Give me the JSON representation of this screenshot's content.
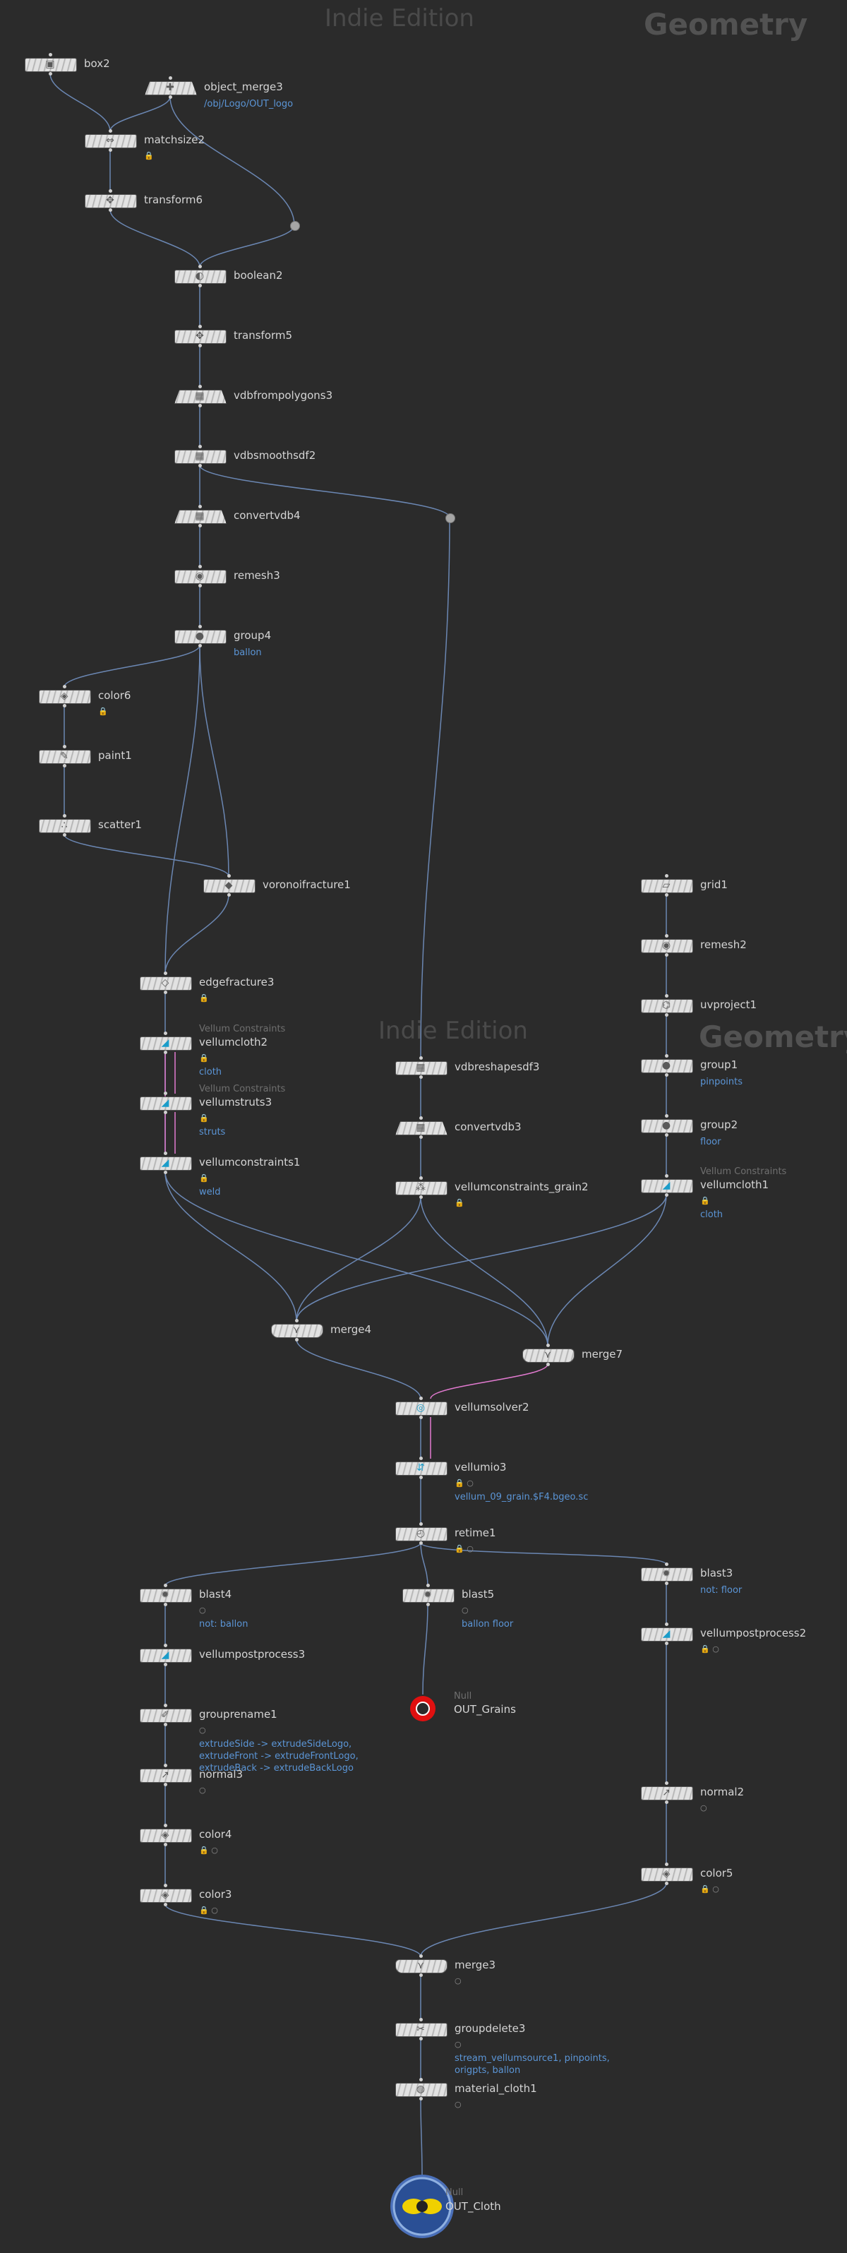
{
  "header": {
    "edition_label": "Indie Edition",
    "context_label": "Geometry"
  },
  "colors": {
    "background": "#2b2b2b",
    "wire": "#6b87b3",
    "wire_pink": "#e27ad0",
    "tag": "#5b95d6"
  },
  "nodes": [
    {
      "id": "box2",
      "label": "box2",
      "icon": "box-icon",
      "glyph": "▣",
      "tags": []
    },
    {
      "id": "object_merge3",
      "label": "object_merge3",
      "icon": "object-merge-icon",
      "glyph": "✚",
      "tags": [
        "/obj/Logo/OUT_logo"
      ]
    },
    {
      "id": "matchsize2",
      "label": "matchsize2",
      "icon": "match-size-icon",
      "glyph": "⇔",
      "tags": [],
      "badge": "🔒"
    },
    {
      "id": "transform6",
      "label": "transform6",
      "icon": "transform-icon",
      "glyph": "✥",
      "tags": []
    },
    {
      "id": "boolean2",
      "label": "boolean2",
      "icon": "boolean-icon",
      "glyph": "◐",
      "tags": []
    },
    {
      "id": "transform5",
      "label": "transform5",
      "icon": "transform-icon",
      "glyph": "✥",
      "tags": []
    },
    {
      "id": "vdbfrompolygons3",
      "label": "vdbfrompolygons3",
      "icon": "vdb-icon",
      "glyph": "▦",
      "tags": []
    },
    {
      "id": "vdbsmoothsdf2",
      "label": "vdbsmoothsdf2",
      "icon": "vdb-icon",
      "glyph": "▦",
      "tags": []
    },
    {
      "id": "convertvdb4",
      "label": "convertvdb4",
      "icon": "vdb-icon",
      "glyph": "▦",
      "tags": []
    },
    {
      "id": "remesh3",
      "label": "remesh3",
      "icon": "remesh-icon",
      "glyph": "◉",
      "tags": []
    },
    {
      "id": "group4",
      "label": "group4",
      "icon": "group-icon",
      "glyph": "●",
      "tags": [
        "ballon"
      ]
    },
    {
      "id": "color6",
      "label": "color6",
      "icon": "color-icon",
      "glyph": "◈",
      "tags": [],
      "badge": "🔒"
    },
    {
      "id": "paint1",
      "label": "paint1",
      "icon": "paint-icon",
      "glyph": "✎",
      "tags": []
    },
    {
      "id": "scatter1",
      "label": "scatter1",
      "icon": "scatter-icon",
      "glyph": "∴",
      "tags": []
    },
    {
      "id": "voronoifracture1",
      "label": "voronoifracture1",
      "icon": "voronoi-icon",
      "glyph": "◆",
      "tags": []
    },
    {
      "id": "edgefracture3",
      "label": "edgefracture3",
      "icon": "fracture-icon",
      "glyph": "◇",
      "tags": [],
      "badge": "🔒"
    },
    {
      "id": "vellumcloth2",
      "label": "vellumcloth2",
      "icon": "vellum-icon",
      "glyph": "◢",
      "caption": "Vellum Constraints",
      "tags": [
        "cloth"
      ],
      "badge": "🔒"
    },
    {
      "id": "vellumstruts3",
      "label": "vellumstruts3",
      "icon": "vellum-icon",
      "glyph": "◢",
      "caption": "Vellum Constraints",
      "tags": [
        "struts"
      ],
      "badge": "🔒"
    },
    {
      "id": "vellumconstraints1",
      "label": "vellumconstraints1",
      "icon": "vellum-icon",
      "glyph": "◢",
      "tags": [
        "weld"
      ],
      "badge": "🔒"
    },
    {
      "id": "vdbreshapesdf3",
      "label": "vdbreshapesdf3",
      "icon": "vdb-icon",
      "glyph": "▦",
      "tags": []
    },
    {
      "id": "convertvdb3",
      "label": "convertvdb3",
      "icon": "vdb-icon",
      "glyph": "▦",
      "tags": []
    },
    {
      "id": "vellumconstraints_grain2",
      "label": "vellumconstraints_grain2",
      "icon": "grain-icon",
      "glyph": "⁂",
      "tags": [],
      "badge": "🔒"
    },
    {
      "id": "grid1",
      "label": "grid1",
      "icon": "grid-icon",
      "glyph": "▱",
      "tags": []
    },
    {
      "id": "remesh2",
      "label": "remesh2",
      "icon": "remesh-icon",
      "glyph": "◉",
      "tags": []
    },
    {
      "id": "uvproject1",
      "label": "uvproject1",
      "icon": "uv-project-icon",
      "glyph": "⌬",
      "tags": []
    },
    {
      "id": "group1",
      "label": "group1",
      "icon": "group-icon",
      "glyph": "●",
      "tags": [
        "pinpoints"
      ]
    },
    {
      "id": "group2",
      "label": "group2",
      "icon": "group-icon",
      "glyph": "●",
      "tags": [
        "floor"
      ]
    },
    {
      "id": "vellumcloth1",
      "label": "vellumcloth1",
      "icon": "vellum-icon",
      "glyph": "◢",
      "caption": "Vellum Constraints",
      "tags": [
        "cloth"
      ],
      "badge": "🔒"
    },
    {
      "id": "merge4",
      "label": "merge4",
      "icon": "merge-icon",
      "glyph": "⋎",
      "tags": []
    },
    {
      "id": "merge7",
      "label": "merge7",
      "icon": "merge-icon",
      "glyph": "⋎",
      "tags": []
    },
    {
      "id": "vellumsolver2",
      "label": "vellumsolver2",
      "icon": "vellum-solver-icon",
      "glyph": "◎",
      "tags": []
    },
    {
      "id": "vellumio3",
      "label": "vellumio3",
      "icon": "vellum-io-icon",
      "glyph": "⇵",
      "tags": [
        "vellum_09_grain.$F4.bgeo.sc"
      ],
      "badge": "🔒 ○"
    },
    {
      "id": "retime1",
      "label": "retime1",
      "icon": "retime-icon",
      "glyph": "◴",
      "tags": [],
      "badge": "🔒 ○"
    },
    {
      "id": "blast4",
      "label": "blast4",
      "icon": "blast-icon",
      "glyph": "✹",
      "tags": [
        "not: ballon"
      ],
      "badge": "○"
    },
    {
      "id": "blast5",
      "label": "blast5",
      "icon": "blast-icon",
      "glyph": "✹",
      "tags": [
        "ballon floor"
      ],
      "badge": "○"
    },
    {
      "id": "blast3",
      "label": "blast3",
      "icon": "blast-icon",
      "glyph": "✹",
      "tags": [
        "not: floor"
      ]
    },
    {
      "id": "vellumpostprocess3",
      "label": "vellumpostprocess3",
      "icon": "vellum-post-icon",
      "glyph": "◢",
      "tags": []
    },
    {
      "id": "vellumpostprocess2",
      "label": "vellumpostprocess2",
      "icon": "vellum-post-icon",
      "glyph": "◢",
      "tags": [],
      "badge": "🔒 ○"
    },
    {
      "id": "grouprename1",
      "label": "grouprename1",
      "icon": "group-rename-icon",
      "glyph": "✐",
      "tags": [
        "extrudeSide -> extrudeSideLogo,",
        "extrudeFront -> extrudeFrontLogo,",
        "extrudeBack -> extrudeBackLogo"
      ],
      "badge": "○"
    },
    {
      "id": "normal3",
      "label": "normal3",
      "icon": "normal-icon",
      "glyph": "↗",
      "tags": [],
      "badge": "○"
    },
    {
      "id": "normal2",
      "label": "normal2",
      "icon": "normal-icon",
      "glyph": "↗",
      "tags": [],
      "badge": "○"
    },
    {
      "id": "color4",
      "label": "color4",
      "icon": "color-icon",
      "glyph": "◈",
      "tags": [],
      "badge": "🔒 ○"
    },
    {
      "id": "color3",
      "label": "color3",
      "icon": "color-icon",
      "glyph": "◈",
      "tags": [],
      "badge": "🔒 ○"
    },
    {
      "id": "color5",
      "label": "color5",
      "icon": "color-icon",
      "glyph": "◈",
      "tags": [],
      "badge": "🔒 ○"
    },
    {
      "id": "merge3",
      "label": "merge3",
      "icon": "merge-icon",
      "glyph": "⋎",
      "tags": [],
      "badge": "○"
    },
    {
      "id": "groupdelete3",
      "label": "groupdelete3",
      "icon": "group-delete-icon",
      "glyph": "✂",
      "tags": [
        "stream_vellumsource1, pinpoints,",
        "origpts, ballon"
      ],
      "badge": "○"
    },
    {
      "id": "material_cloth1",
      "label": "material_cloth1",
      "icon": "material-icon",
      "glyph": "◍",
      "tags": [],
      "badge": "○"
    }
  ],
  "null_node": {
    "caption": "Null",
    "label": "OUT_Grains",
    "icon": "null-icon"
  },
  "output_node": {
    "caption": "Null",
    "label": "OUT_Cloth",
    "icon": "output-icon"
  }
}
